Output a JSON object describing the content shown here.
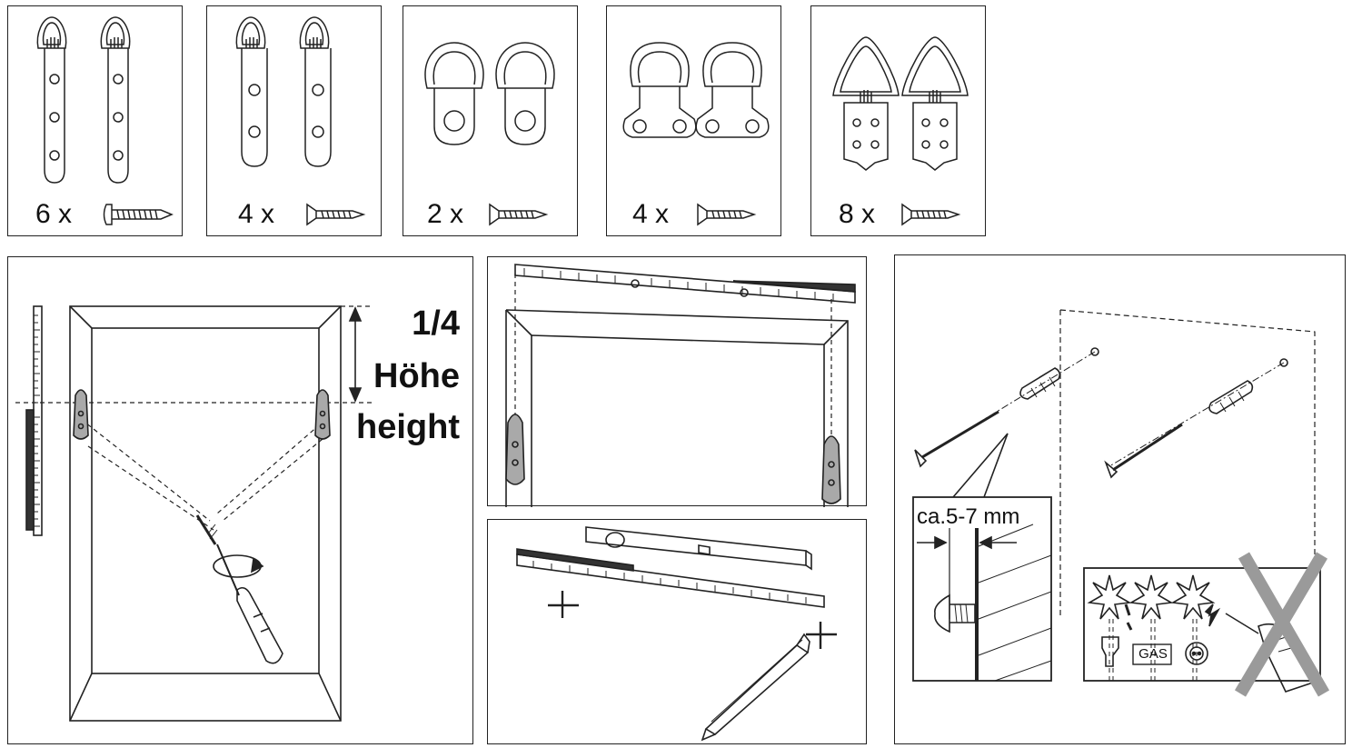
{
  "hardware_sets": [
    {
      "quantity": "6 x",
      "hanger_icon": "long-triangle-hanger-icon",
      "screw_icon": "pan-head-screw-icon"
    },
    {
      "quantity": "4 x",
      "hanger_icon": "medium-triangle-hanger-icon",
      "screw_icon": "countersunk-screw-icon"
    },
    {
      "quantity": "2 x",
      "hanger_icon": "d-ring-hanger-icon",
      "screw_icon": "countersunk-screw-icon"
    },
    {
      "quantity": "4 x",
      "hanger_icon": "d-ring-two-hole-hanger-icon",
      "screw_icon": "countersunk-screw-icon"
    },
    {
      "quantity": "8 x",
      "hanger_icon": "triangle-four-hole-hanger-icon",
      "screw_icon": "countersunk-screw-icon"
    }
  ],
  "step_position": {
    "fraction": "1/4",
    "label_de": "Höhe",
    "label_en": "height"
  },
  "step_drill": {
    "distance": "ca.5-7 mm",
    "utility_gas": "GAS"
  },
  "colors": {
    "line": "#222222",
    "hanger_fill": "#a9a9a9",
    "cross_out": "#9a9a9a"
  }
}
